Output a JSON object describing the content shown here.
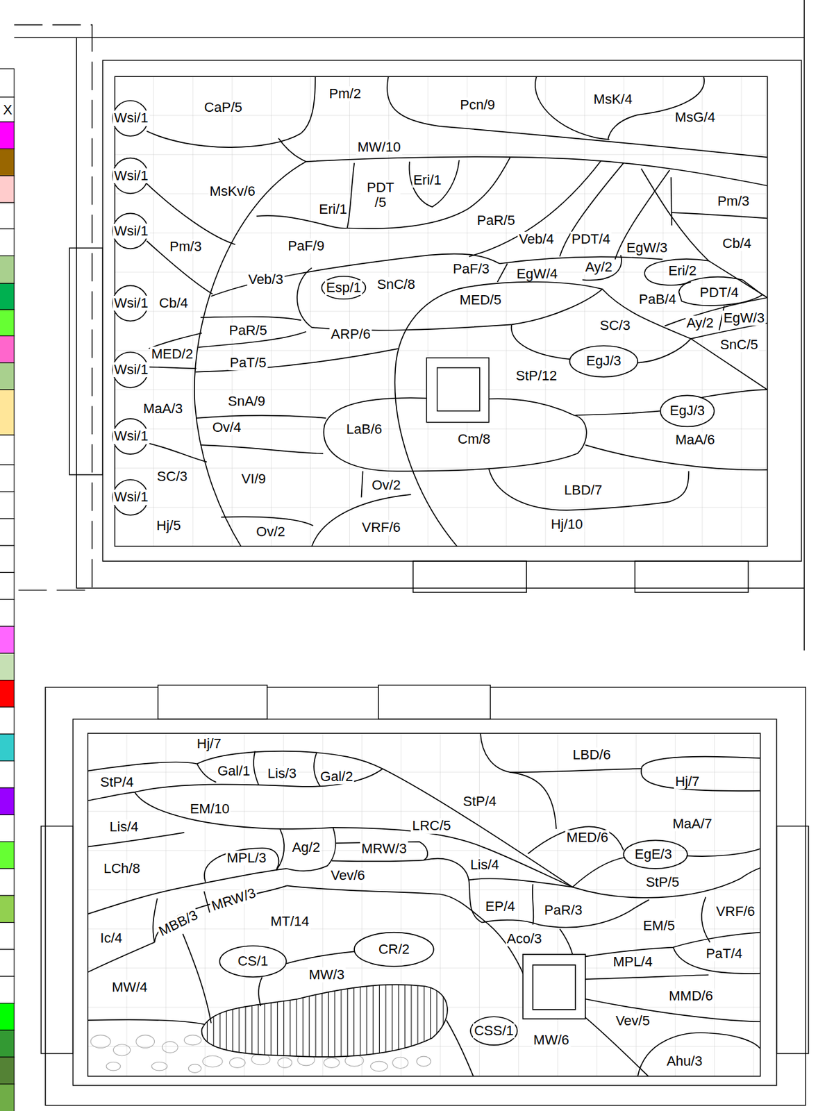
{
  "diagram": {
    "labels": [
      "X",
      "Wsi/1",
      "CaP/5",
      "Pm/2",
      "Pcn/9",
      "MsK/4",
      "MsG/4",
      "MW/10",
      "Wsi/1",
      "MsKv/6",
      "PDT /5",
      "Eri/1",
      "Eri/1",
      "Pm/3",
      "Wsi/1",
      "Pm/3",
      "PaF/9",
      "PaR/5",
      "Veb/4",
      "PDT/4",
      "EgW/3",
      "Cb/4",
      "Veb/3",
      "Esp/1",
      "SnC/8",
      "PaF/3",
      "EgW/4",
      "Ay/2",
      "Eri/2",
      "Wsi/1",
      "Cb/4",
      "MED/5",
      "PaB/4",
      "PDT/4",
      "SC/3",
      "Ay/2",
      "EgW/3",
      "PaR/5",
      "ARP/6",
      "SnC/5",
      "MED/2",
      "Wsi/1",
      "PaT/5",
      "EgJ/3",
      "StP/12",
      "MaA/3",
      "SnA/9",
      "EgJ/3",
      "Ov/4",
      "LaB/6",
      "Cm/8",
      "MaA/6",
      "Wsi/1",
      "SC/3",
      "VI/9",
      "Ov/2",
      "LBD/7",
      "Wsi/1",
      "Hj/5",
      "Ov/2",
      "VRF/6",
      "Hj/10",
      "Hj/7",
      "LBD/6",
      "StP/4",
      "Gal/1",
      "Lis/3",
      "Gal/2",
      "Hj/7",
      "StP/4",
      "EM/10",
      "Lis/4",
      "LRC/5",
      "MaA/7",
      "MED/6",
      "MPL/3",
      "Ag/2",
      "MRW/3",
      "EgE/3",
      "LCh/8",
      "Vev/6",
      "Lis/4",
      "StP/5",
      "MBB/3",
      "MRW/3",
      "EP/4",
      "PaR/3",
      "VRF/6",
      "MT/14",
      "EM/5",
      "Ic/4",
      "Aco/3",
      "CR/2",
      "PaT/4",
      "CS/1",
      "MPL/4",
      "MW/3",
      "MW/4",
      "MMD/6",
      "Vev/5",
      "CSS/1",
      "MW/6",
      "Ahu/3"
    ]
  }
}
